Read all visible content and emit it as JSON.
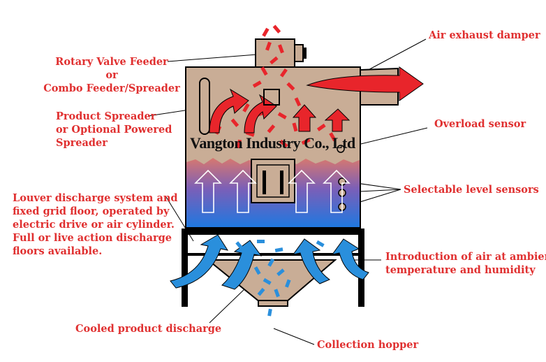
{
  "watermark": "Vangton Industry Co., Ltd",
  "labels": {
    "rotary_line1": "Rotary Valve Feeder",
    "rotary_line2": "or",
    "rotary_line3": "Combo Feeder/Spreader",
    "spreader_line1": "Product Spreader",
    "spreader_line2": "or Optional Powered",
    "spreader_line3": "Spreader",
    "louver_line1": "Louver discharge system and",
    "louver_line2": "fixed grid floor, operated by",
    "louver_line3": "electric drive or air cylinder.",
    "louver_line4": "Full or live action discharge",
    "louver_line5": "floors available.",
    "cooled": "Cooled product discharge",
    "exhaust": "Air exhaust damper",
    "overload": "Overload sensor",
    "level": "Selectable level sensors",
    "air_line1": "Introduction of air at ambient",
    "air_line2": "temperature and humidity",
    "hopper": "Collection hopper"
  },
  "colors": {
    "label_red": "#e03030",
    "body_tan": "#c9ad96",
    "air_blue": "#2a8fdc",
    "product_red": "#e8252b",
    "outline": "#000000"
  }
}
